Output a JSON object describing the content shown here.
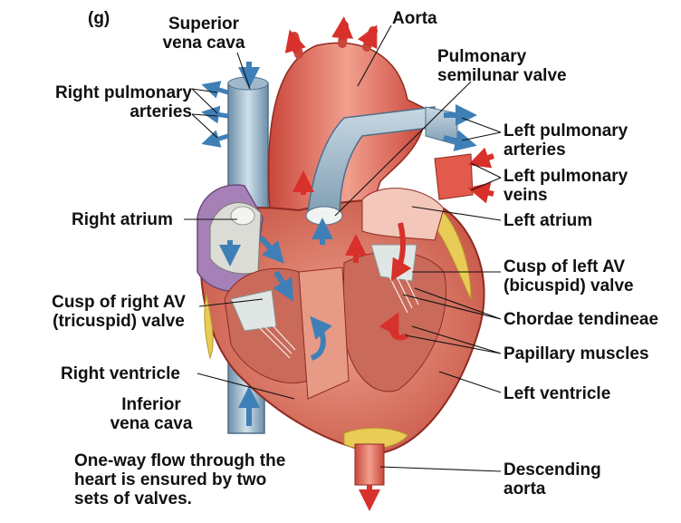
{
  "panel_tag": "(g)",
  "labels": {
    "superior_vena_cava": [
      "Superior",
      "vena cava"
    ],
    "aorta": [
      "Aorta"
    ],
    "pulmonary_semilunar_valve": [
      "Pulmonary",
      "semilunar valve"
    ],
    "right_pulmonary_arteries": [
      "Right pulmonary",
      "arteries"
    ],
    "left_pulmonary_arteries": [
      "Left pulmonary",
      "arteries"
    ],
    "left_pulmonary_veins": [
      "Left pulmonary",
      "veins"
    ],
    "right_atrium": [
      "Right atrium"
    ],
    "left_atrium": [
      "Left atrium"
    ],
    "cusp_left_av": [
      "Cusp of left AV",
      "(bicuspid) valve"
    ],
    "cusp_right_av": [
      "Cusp of right AV",
      "(tricuspid) valve"
    ],
    "chordae_tendineae": [
      "Chordae tendineae"
    ],
    "papillary_muscles": [
      "Papillary muscles"
    ],
    "right_ventricle": [
      "Right ventricle"
    ],
    "left_ventricle": [
      "Left ventricle"
    ],
    "inferior_vena_cava": [
      "Inferior",
      "vena cava"
    ],
    "descending_aorta": [
      "Descending",
      "aorta"
    ]
  },
  "caption": [
    "One-way flow through the",
    "heart is ensured by two",
    "sets of valves."
  ],
  "colors": {
    "oxygenated": "#d9372c",
    "deoxygenated": "#5b8db8",
    "muscle": "#e07a6a",
    "fat": "#e8cc57",
    "valve": "#dfe6e4"
  }
}
